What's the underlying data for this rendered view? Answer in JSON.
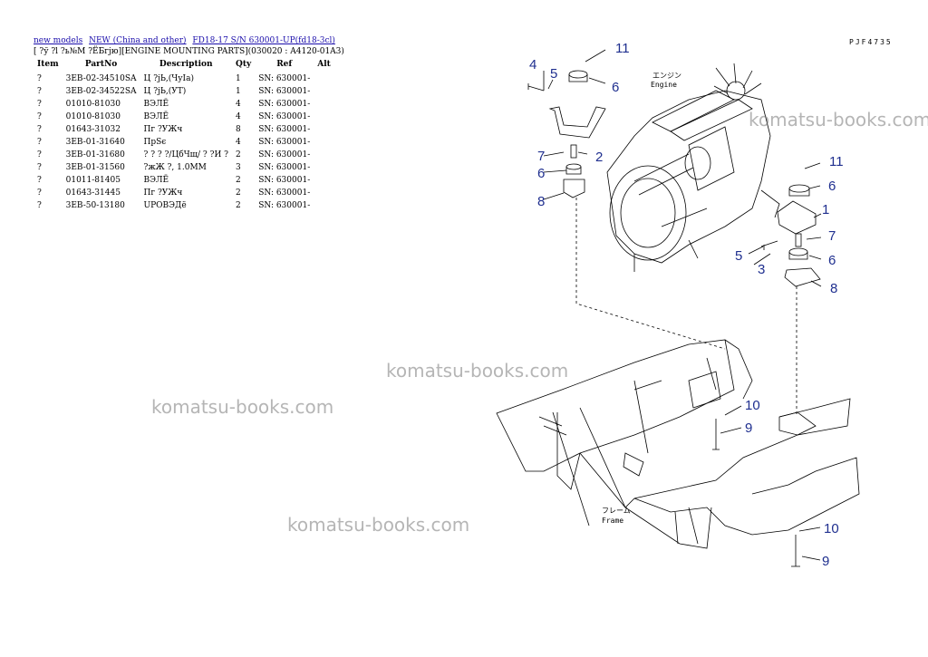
{
  "breadcrumb": {
    "links": [
      "new models",
      "NEW (China and other)",
      "FD18-17 S/N 630001-UP(fd18-3cl)"
    ]
  },
  "page_heading": "[ ?ў ?l ?ь№М ?ЁБгјю][ENGINE MOUNTING PARTS](030020 : A4120-01A3)",
  "drawing_code": "PJF4735",
  "table": {
    "headers": [
      "Item",
      "PartNo",
      "Description",
      "Qty",
      "Ref",
      "Alt"
    ],
    "rows": [
      {
        "item": "?",
        "part": "3EB-02-34510SA",
        "desc": "Ц ?jЬ,(ЧуIa)",
        "qty": "1",
        "ref": "SN: 630001-",
        "alt": ""
      },
      {
        "item": "?",
        "part": "3EB-02-34522SA",
        "desc": "Ц ?jЬ,(УТ)",
        "qty": "1",
        "ref": "SN: 630001-",
        "alt": ""
      },
      {
        "item": "?",
        "part": "01010-81030",
        "desc": "ВЭЛЁ",
        "qty": "4",
        "ref": "SN: 630001-",
        "alt": ""
      },
      {
        "item": "?",
        "part": "01010-81030",
        "desc": "ВЭЛЁ",
        "qty": "4",
        "ref": "SN: 630001-",
        "alt": ""
      },
      {
        "item": "?",
        "part": "01643-31032",
        "desc": "Пг ?УЖч",
        "qty": "8",
        "ref": "SN: 630001-",
        "alt": ""
      },
      {
        "item": "?",
        "part": "3EB-01-31640",
        "desc": "ПрSє",
        "qty": "4",
        "ref": "SN: 630001-",
        "alt": ""
      },
      {
        "item": "?",
        "part": "3EB-01-31680",
        "desc": "? ? ? ?/ЦбЧщ/ ? ?И ?",
        "qty": "2",
        "ref": "SN: 630001-",
        "alt": ""
      },
      {
        "item": "?",
        "part": "3EB-01-31560",
        "desc": "?жЖ ?, 1.0MM",
        "qty": "3",
        "ref": "SN: 630001-",
        "alt": ""
      },
      {
        "item": "?",
        "part": "01011-81405",
        "desc": "ВЭЛЁ",
        "qty": "2",
        "ref": "SN: 630001-",
        "alt": ""
      },
      {
        "item": "?",
        "part": "01643-31445",
        "desc": "Пг ?УЖч",
        "qty": "2",
        "ref": "SN: 630001-",
        "alt": ""
      },
      {
        "item": "?",
        "part": "3EB-50-13180",
        "desc": "UРОВЭДё",
        "qty": "2",
        "ref": "SN: 630001-",
        "alt": ""
      }
    ]
  },
  "diagram": {
    "engine_label_jp": "エンジン",
    "engine_label": "Engine",
    "frame_label_jp": "フレーム",
    "frame_label": "Frame",
    "callouts": [
      "11",
      "4",
      "5",
      "6",
      "2",
      "7",
      "6",
      "8",
      "11",
      "6",
      "1",
      "7",
      "5",
      "3",
      "6",
      "8",
      "10",
      "9",
      "10",
      "9"
    ]
  },
  "watermarks": [
    "komatsu-books.com",
    "komatsu-books.com",
    "komatsu-books.com",
    "komatsu-books.com"
  ],
  "colors": {
    "link": "#1a0dab",
    "callout": "#1f2f8f",
    "watermark": "#787878"
  }
}
